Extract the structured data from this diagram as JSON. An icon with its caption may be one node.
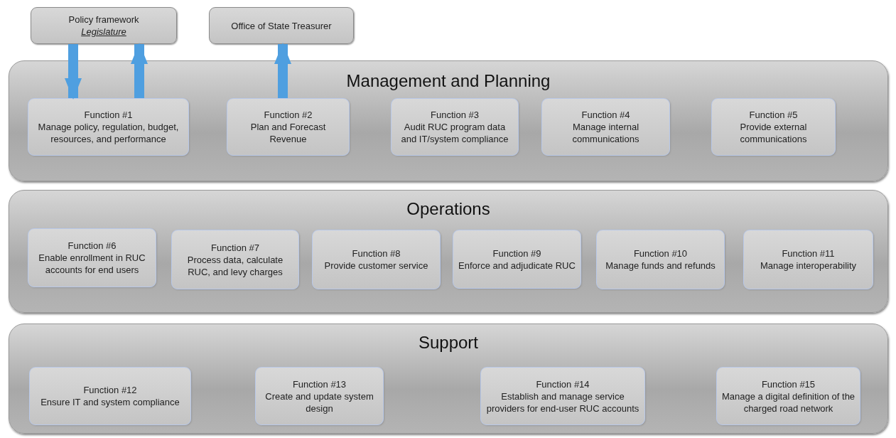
{
  "diagram": {
    "nodes": [
      {
        "text": [
          "Policy framework",
          "Legislature"
        ]
      },
      {
        "text": [
          "Office of State Treasurer"
        ]
      },
      {
        "text": [
          "Management and Planning"
        ]
      },
      {
        "text": [
          "Function #1",
          "Manage policy, regulation, budget, resources, and performance"
        ],
        "in": 2
      },
      {
        "text": [
          "Function #2",
          "Plan and Forecast Revenue"
        ],
        "in": 2
      },
      {
        "text": [
          "Function #3",
          "Audit RUC program data and IT/system compliance"
        ],
        "in": 2
      },
      {
        "text": [
          "Function #4",
          "Manage internal communications"
        ],
        "in": 2
      },
      {
        "text": [
          "Function #5",
          "Provide external communications"
        ],
        "in": 2
      },
      {
        "text": [
          "Operations"
        ]
      },
      {
        "text": [
          "Function #6",
          "Enable enrollment in RUC accounts for end users"
        ],
        "in": 8
      },
      {
        "text": [
          "Function #7",
          "Process data, calculate RUC, and levy charges"
        ],
        "in": 8
      },
      {
        "text": [
          "Function #8",
          "Provide customer service"
        ],
        "in": 8
      },
      {
        "text": [
          "Function #9",
          "Enforce and adjudicate RUC"
        ],
        "in": 8
      },
      {
        "text": [
          "Function #10",
          "Manage funds and refunds"
        ],
        "in": 8
      },
      {
        "text": [
          "Function #11",
          "Manage interoperability"
        ],
        "in": 8
      },
      {
        "text": [
          "Support"
        ]
      },
      {
        "text": [
          "Function #12",
          "Ensure IT and system compliance"
        ],
        "in": 15
      },
      {
        "text": [
          "Function #13",
          "Create and update system design"
        ],
        "in": 15
      },
      {
        "text": [
          "Function #14",
          "Establish and manage service providers for end-user RUC accounts"
        ],
        "in": 15
      },
      {
        "text": [
          "Function #15",
          "Manage a digital definition of the charged road network"
        ],
        "in": 15
      }
    ],
    "edges": [
      {
        "from": 0,
        "to": 3,
        "arrow": "to"
      },
      {
        "from": 3,
        "to": 0,
        "arrow": "to"
      },
      {
        "from": 4,
        "to": 1,
        "arrow": "to"
      }
    ]
  }
}
